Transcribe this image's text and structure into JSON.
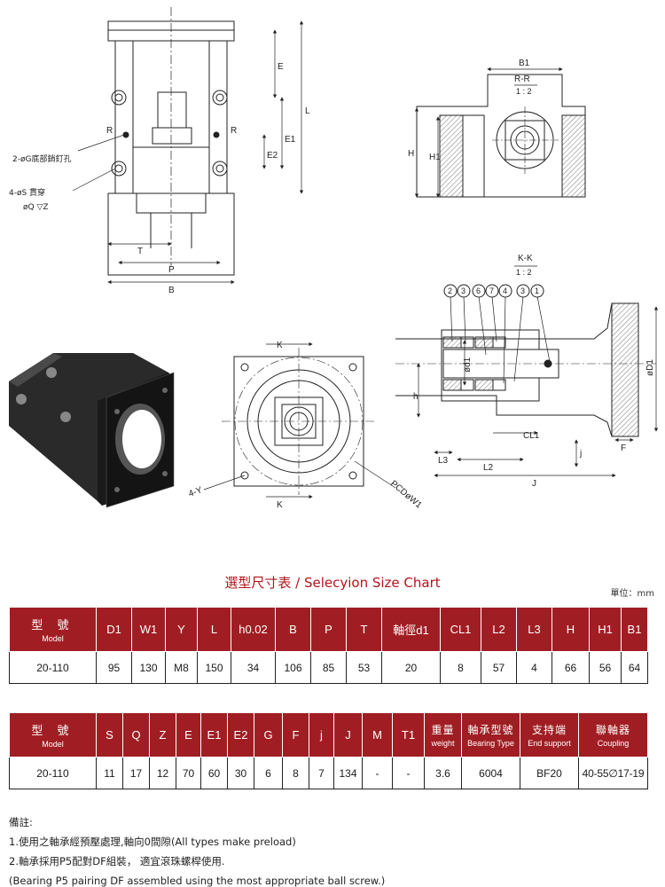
{
  "drawing": {
    "dims": {
      "T": "T",
      "P": "P",
      "B": "B",
      "E": "E",
      "L": "L",
      "E1": "E1",
      "E2": "E2",
      "R1": "R",
      "R2": "R",
      "H": "H",
      "H1": "H1",
      "B1": "B1",
      "d1": "ød1",
      "D1": "øD1",
      "h": "h",
      "j": "j",
      "F": "F",
      "CL1": "CL1",
      "L3": "L3",
      "L2": "L2",
      "J": "J",
      "K_top": "K",
      "K_bot": "K",
      "Y": "4-Y",
      "PCD": "PCDøW1"
    },
    "callouts": {
      "pin_hole": "2-øG底部銷釘孔",
      "through_hole": "4-øS 貫穿",
      "counterbore": "øQ ▽Z"
    },
    "section_rr": {
      "name": "R-R",
      "scale": "1 : 2"
    },
    "section_kk": {
      "name": "K-K",
      "scale": "1 : 2"
    },
    "balloons": [
      "2",
      "3",
      "6",
      "7",
      "4",
      "3",
      "1"
    ]
  },
  "chart": {
    "title": "選型尺寸表 / Selecyion Size Chart",
    "unit": "單位：mm"
  },
  "table1": {
    "headers": [
      {
        "cn": "型 號",
        "en": "Model"
      },
      {
        "cn": "D1"
      },
      {
        "cn": "W1"
      },
      {
        "cn": "Y"
      },
      {
        "cn": "L"
      },
      {
        "cn": "h0.02"
      },
      {
        "cn": "B"
      },
      {
        "cn": "P"
      },
      {
        "cn": "T"
      },
      {
        "cn": "軸徑d1"
      },
      {
        "cn": "CL1"
      },
      {
        "cn": "L2"
      },
      {
        "cn": "L3"
      },
      {
        "cn": "H"
      },
      {
        "cn": "H1"
      },
      {
        "cn": "B1"
      }
    ],
    "row": [
      "20-110",
      "95",
      "130",
      "M8",
      "150",
      "34",
      "106",
      "85",
      "53",
      "20",
      "8",
      "57",
      "4",
      "66",
      "56",
      "64"
    ]
  },
  "table2": {
    "headers": [
      {
        "cn": "型 號",
        "en": "Model"
      },
      {
        "cn": "S"
      },
      {
        "cn": "Q"
      },
      {
        "cn": "Z"
      },
      {
        "cn": "E"
      },
      {
        "cn": "E1"
      },
      {
        "cn": "E2"
      },
      {
        "cn": "G"
      },
      {
        "cn": "F"
      },
      {
        "cn": "j"
      },
      {
        "cn": "J"
      },
      {
        "cn": "M"
      },
      {
        "cn": "T1"
      },
      {
        "cn": "重量",
        "en": "weight"
      },
      {
        "cn": "軸承型號",
        "en": "Bearing Type"
      },
      {
        "cn": "支持端",
        "en": "End support"
      },
      {
        "cn": "聯軸器",
        "en": "Coupling"
      }
    ],
    "row": [
      "20-110",
      "11",
      "17",
      "12",
      "70",
      "60",
      "30",
      "6",
      "8",
      "7",
      "134",
      "-",
      "-",
      "3.6",
      "6004",
      "BF20",
      "40-55∅17-19"
    ]
  },
  "notes": {
    "heading": "備註:",
    "line1": "1.使用之軸承經預壓處理,軸向0間隙(All types make preload)",
    "line2": "2.軸承採用P5配對DF組裝， 適宜滾珠螺桿使用.",
    "line3": "(Bearing P5 pairing DF assembled using the most appropriate ball screw.)"
  }
}
